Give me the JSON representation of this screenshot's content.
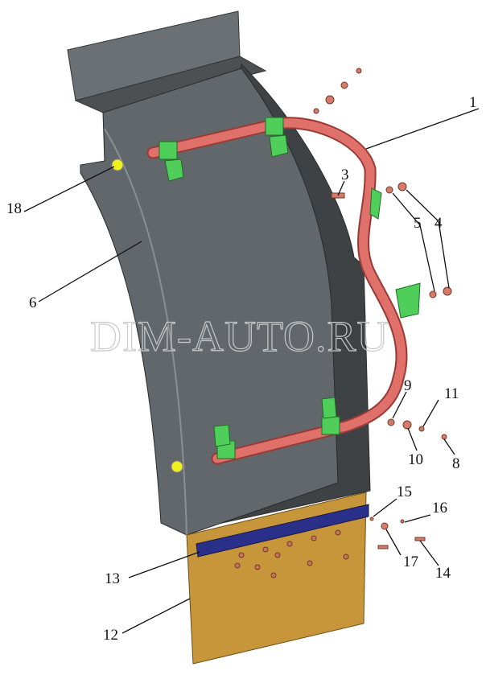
{
  "watermark": "DIM-AUTO.RU",
  "callouts": {
    "c1": "1",
    "c3": "3",
    "c4": "4",
    "c5": "5",
    "c6": "6",
    "c8": "8",
    "c9": "9",
    "c10": "10",
    "c11": "11",
    "c12": "12",
    "c13": "13",
    "c14": "14",
    "c15": "15",
    "c16": "16",
    "c17": "17",
    "c18": "18"
  },
  "colors": {
    "fender": "#5f6468",
    "fender_dark": "#3f4346",
    "tube": "#e0706a",
    "bracket": "#4fcf5a",
    "mudflap": "#c8963a",
    "strip": "#2a2f8a",
    "cap": "#f0f020"
  }
}
